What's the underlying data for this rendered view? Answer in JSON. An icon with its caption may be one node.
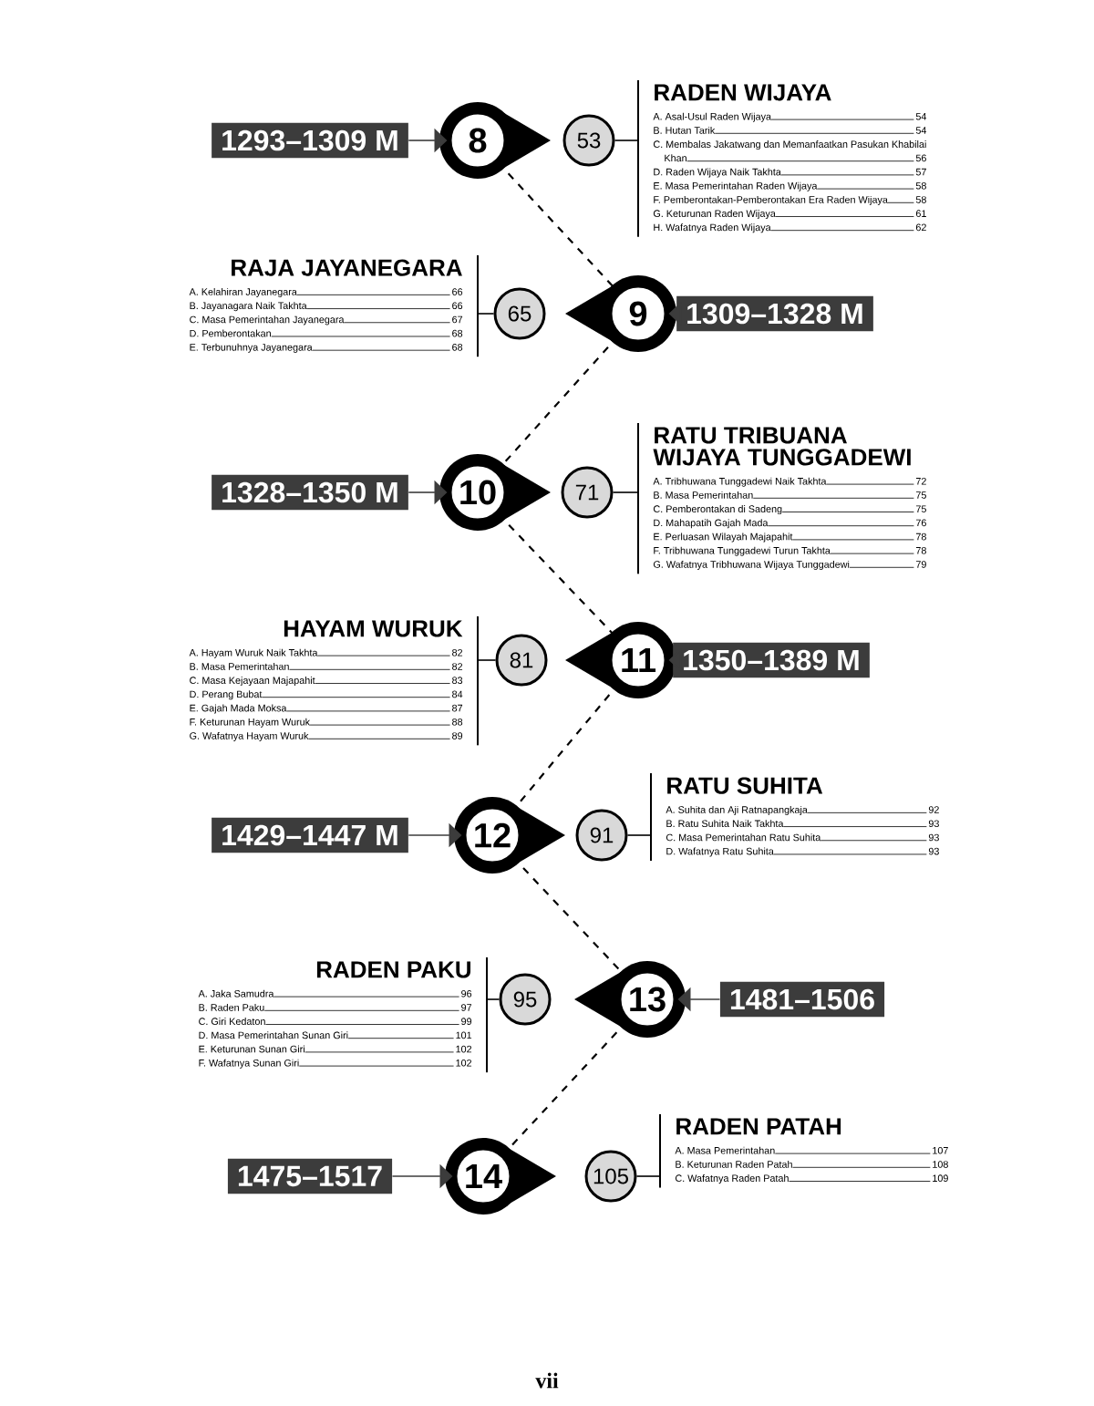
{
  "diagram": {
    "nodes": [
      {
        "text": [
          "1293–1309 M"
        ]
      },
      {
        "text": [
          "8"
        ]
      },
      {
        "text": [
          "53"
        ]
      },
      {
        "text": [
          "RADEN WIJAYA",
          "A. Asal-Usul Raden Wijaya",
          "54",
          "B. Hutan Tarik",
          "54",
          "C. Membalas Jakatwang dan Memanfaatkan Pasukan Khabilai Khan",
          "56",
          "D. Raden Wijaya Naik Takhta",
          "57",
          "E. Masa Pemerintahan Raden Wijaya",
          "58",
          "F. Pemberontakan-Pemberontakan Era Raden Wijaya",
          "58",
          "G. Keturunan Raden Wijaya",
          "61",
          "H. Wafatnya Raden Wijaya",
          "62"
        ]
      },
      {
        "text": [
          "RAJA JAYANEGARA",
          "A. Kelahiran Jayanegara",
          "66",
          "B. Jayanagara Naik Takhta",
          "66",
          "C. Masa Pemerintahan Jayanegara",
          "67",
          "D. Pemberontakan",
          "68",
          "E. Terbunuhnya Jayanegara",
          "68"
        ]
      },
      {
        "text": [
          "65"
        ]
      },
      {
        "text": [
          "9"
        ]
      },
      {
        "text": [
          "1309–1328 M"
        ]
      },
      {
        "text": [
          "1328–1350 M"
        ]
      },
      {
        "text": [
          "10"
        ]
      },
      {
        "text": [
          "71"
        ]
      },
      {
        "text": [
          "RATU TRIBUANA WIJAYA TUNGGADEWI",
          "A. Tribhuwana Tunggadewi Naik Takhta",
          "72",
          "B. Masa Pemerintahan",
          "75",
          "C. Pemberontakan di Sadeng",
          "75",
          "D. Mahapatih Gajah Mada",
          "76",
          "E. Perluasan Wilayah Majapahit",
          "78",
          "F. Tribhuwana Tunggadewi Turun Takhta",
          "78",
          "G. Wafatnya Tribhuwana Wijaya Tunggadewi",
          "79"
        ]
      },
      {
        "text": [
          "HAYAM WURUK",
          "A. Hayam Wuruk Naik Takhta",
          "82",
          "B. Masa Pemerintahan",
          "82",
          "C. Masa Kejayaan Majapahit",
          "83",
          "D. Perang Bubat",
          "84",
          "E. Gajah Mada Moksa",
          "87",
          "F. Keturunan Hayam Wuruk",
          "88",
          "G. Wafatnya Hayam Wuruk",
          "89"
        ]
      },
      {
        "text": [
          "81"
        ]
      },
      {
        "text": [
          "11"
        ]
      },
      {
        "text": [
          "1350–1389 M"
        ]
      },
      {
        "text": [
          "1429–1447 M"
        ]
      },
      {
        "text": [
          "12"
        ]
      },
      {
        "text": [
          "91"
        ]
      },
      {
        "text": [
          "RATU SUHITA",
          "A. Suhita dan Aji Ratnapangkaja",
          "92",
          "B. Ratu Suhita Naik Takhta",
          "93",
          "C. Masa Pemerintahan Ratu Suhita",
          "93",
          "D. Wafatnya Ratu Suhita",
          "93"
        ]
      },
      {
        "text": [
          "RADEN PAKU",
          "A. Jaka Samudra",
          "96",
          "B. Raden Paku",
          "97",
          "C. Giri Kedaton",
          "99",
          "D. Masa Pemerintahan Sunan Giri",
          "101",
          "E. Keturunan Sunan Giri",
          "102",
          "F. Wafatnya Sunan Giri",
          "102"
        ]
      },
      {
        "text": [
          "95"
        ]
      },
      {
        "text": [
          "13"
        ]
      },
      {
        "text": [
          "1481–1506"
        ]
      },
      {
        "text": [
          "1475–1517"
        ]
      },
      {
        "text": [
          "14"
        ]
      },
      {
        "text": [
          "105"
        ]
      },
      {
        "text": [
          "RADEN PATAH",
          "A. Masa Pemerintahan",
          "107",
          "B. Keturunan Raden Patah",
          "108",
          "C. Wafatnya Raden Patah",
          "109"
        ]
      }
    ],
    "edges": [
      {
        "from": 0,
        "to": 1,
        "arrow": "to"
      },
      {
        "from": 2,
        "to": 3,
        "arrow": "none"
      },
      {
        "from": 7,
        "to": 6,
        "arrow": "to"
      },
      {
        "from": 5,
        "to": 4,
        "arrow": "none"
      },
      {
        "from": 8,
        "to": 9,
        "arrow": "to"
      },
      {
        "from": 10,
        "to": 11,
        "arrow": "none"
      },
      {
        "from": 15,
        "to": 14,
        "arrow": "to"
      },
      {
        "from": 13,
        "to": 12,
        "arrow": "none"
      },
      {
        "from": 16,
        "to": 17,
        "arrow": "to"
      },
      {
        "from": 18,
        "to": 19,
        "arrow": "none"
      },
      {
        "from": 23,
        "to": 22,
        "arrow": "to"
      },
      {
        "from": 21,
        "to": 20,
        "arrow": "none"
      },
      {
        "from": 24,
        "to": 25,
        "arrow": "to"
      },
      {
        "from": 26,
        "to": 27,
        "arrow": "none"
      },
      {
        "from": 1,
        "to": 6,
        "arrow": "none",
        "style": "dashed"
      },
      {
        "from": 6,
        "to": 9,
        "arrow": "none",
        "style": "dashed"
      },
      {
        "from": 9,
        "to": 14,
        "arrow": "none",
        "style": "dashed"
      },
      {
        "from": 14,
        "to": 17,
        "arrow": "none",
        "style": "dashed"
      },
      {
        "from": 17,
        "to": 22,
        "arrow": "none",
        "style": "dashed"
      },
      {
        "from": 22,
        "to": 25,
        "arrow": "none",
        "style": "dashed"
      }
    ],
    "labels": [
      "vii"
    ]
  }
}
